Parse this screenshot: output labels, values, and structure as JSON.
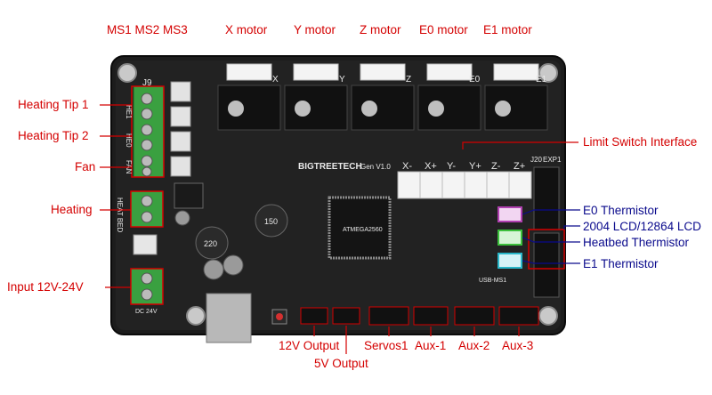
{
  "labels": {
    "ms_pins": "MS1 MS2 MS3",
    "x_motor": "X motor",
    "y_motor": "Y motor",
    "z_motor": "Z motor",
    "e0_motor": "E0 motor",
    "e1_motor": "E1 motor",
    "heating_tip_1": "Heating Tip 1",
    "heating_tip_2": "Heating Tip 2",
    "fan": "Fan",
    "heating": "Heating",
    "input_power": "Input 12V-24V",
    "limit_switch": "Limit Switch Interface",
    "e0_thermistor": "E0 Thermistor",
    "lcd": "2004 LCD/12864 LCD",
    "heatbed_thermistor": "Heatbed Thermistor",
    "e1_thermistor": "E1 Thermistor",
    "output_12v": "12V Output",
    "output_5v": "5V Output",
    "servos": "Servos1",
    "aux1": "Aux-1",
    "aux2": "Aux-2",
    "aux3": "Aux-3"
  },
  "board": {
    "brand": "BIGTREETECH",
    "version": "Gen V1.0",
    "chip": "ATMEGA2560",
    "j9": "J9",
    "j20": "J20",
    "exp1": "EXP1",
    "heat_bed": "HEAT BED",
    "dc_in": "DC 24V",
    "endstops": [
      "X-",
      "X+",
      "Y-",
      "Y+",
      "Z-",
      "Z+"
    ],
    "screw_labels": [
      "HE1",
      "HE0",
      "FAN"
    ],
    "inductors": [
      "150",
      "220"
    ],
    "axis_letters": [
      "X",
      "Y",
      "Z",
      "E0",
      "E1"
    ],
    "usb_label": "USB-MS1"
  }
}
